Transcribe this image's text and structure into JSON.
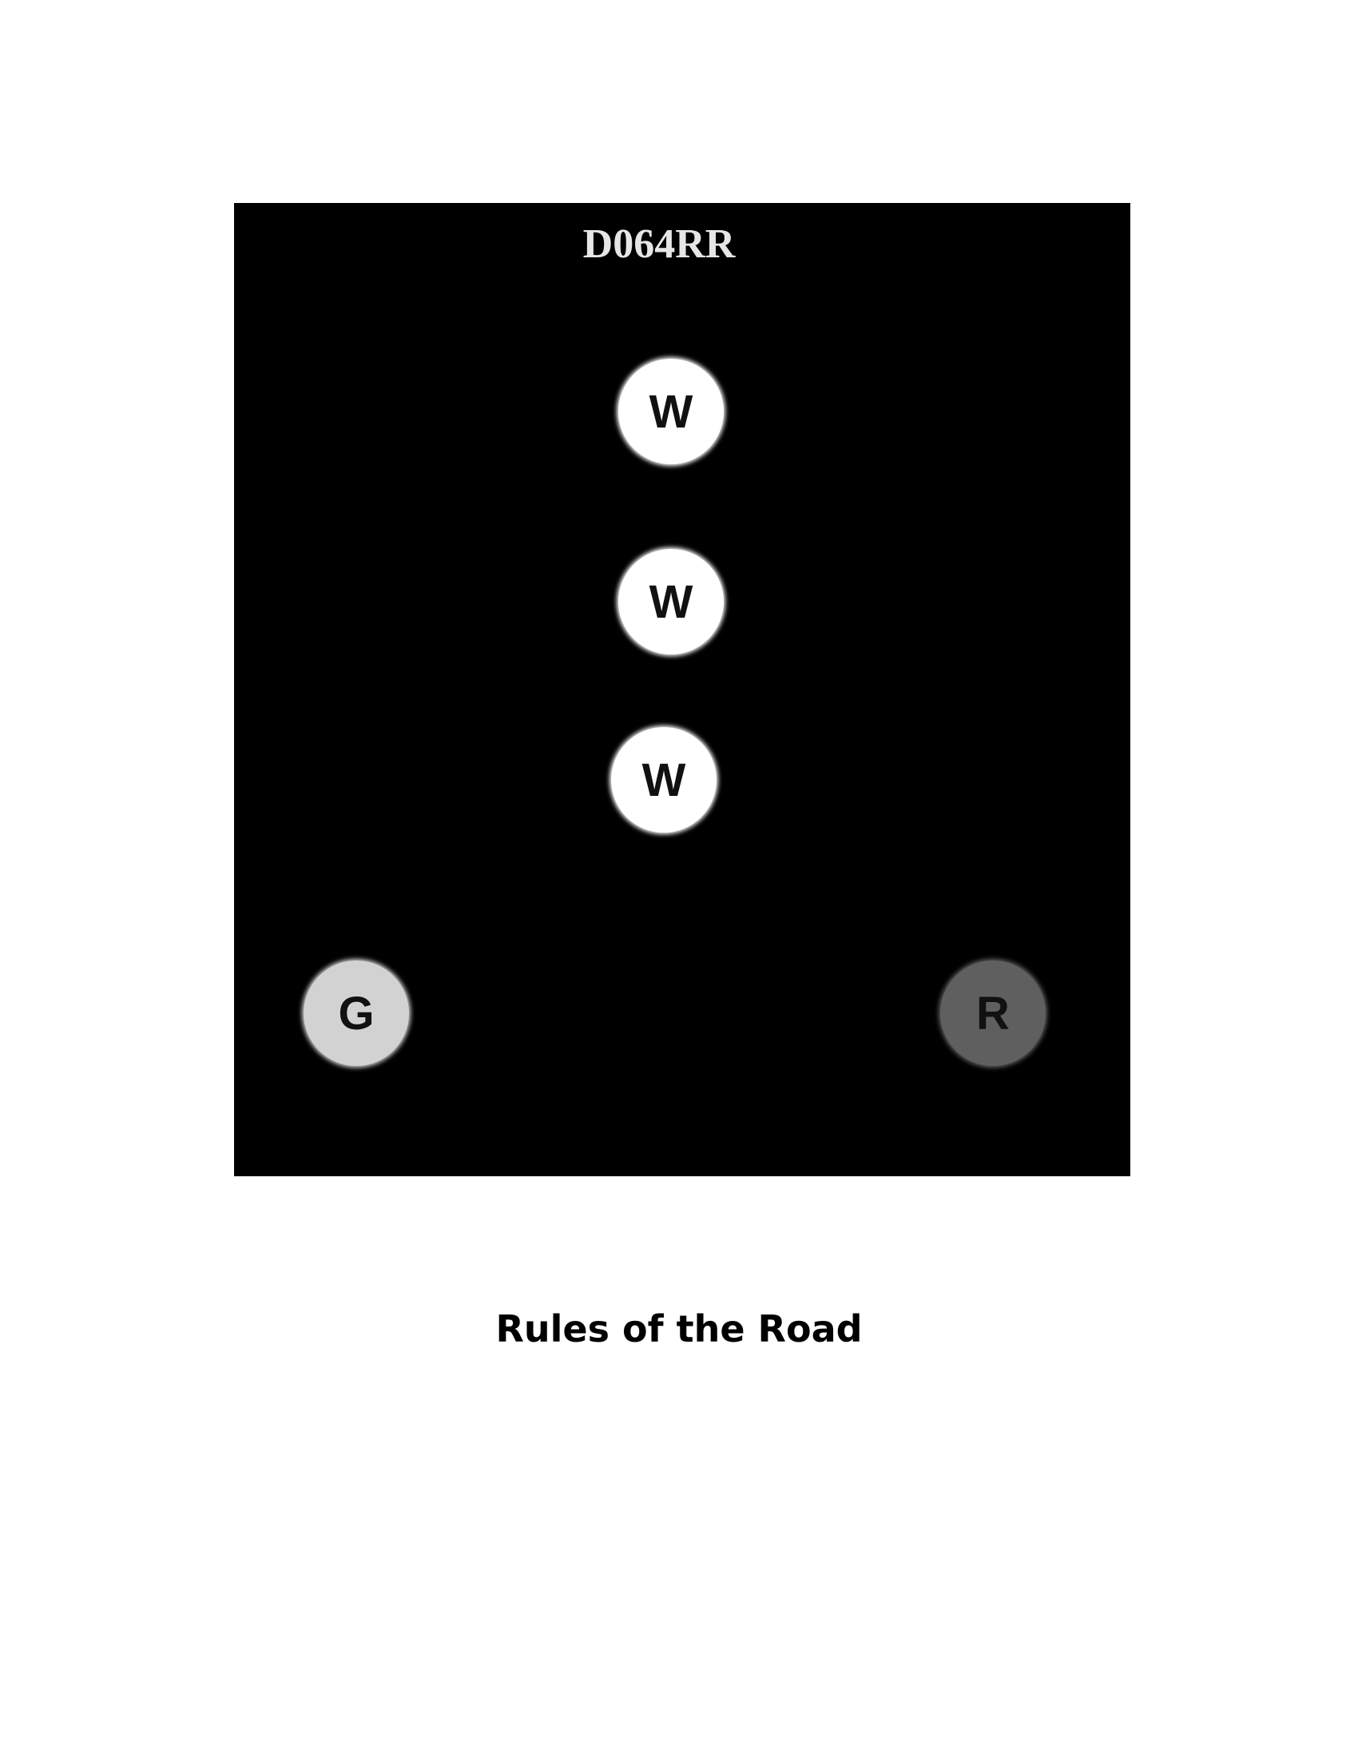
{
  "figure": {
    "id_label": "D064RR",
    "lights": [
      {
        "letter": "W",
        "color": "#ffffff"
      },
      {
        "letter": "W",
        "color": "#ffffff"
      },
      {
        "letter": "W",
        "color": "#ffffff"
      },
      {
        "letter": "G",
        "color": "#d2d2d2"
      },
      {
        "letter": "R",
        "color": "#5f5f5f"
      }
    ]
  },
  "caption": "Rules of the Road"
}
